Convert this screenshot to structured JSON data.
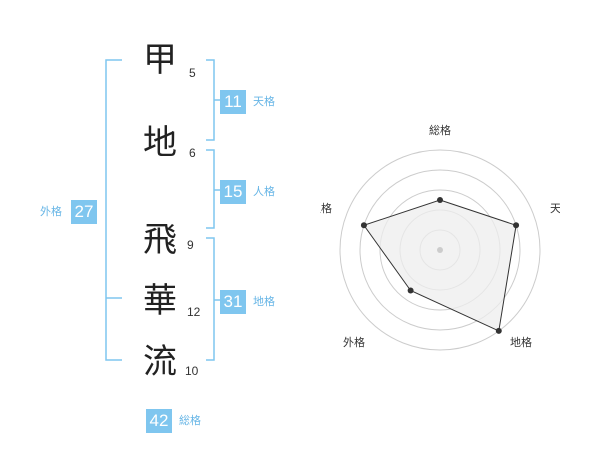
{
  "name_chars": [
    {
      "char": "甲",
      "strokes": "5"
    },
    {
      "char": "地",
      "strokes": "6"
    },
    {
      "char": "飛",
      "strokes": "9"
    },
    {
      "char": "華",
      "strokes": "12"
    },
    {
      "char": "流",
      "strokes": "10"
    }
  ],
  "fortunes": {
    "tenkaku": {
      "value": "11",
      "label": "天格"
    },
    "jinkaku": {
      "value": "15",
      "label": "人格"
    },
    "chikaku": {
      "value": "31",
      "label": "地格"
    },
    "gaikaku": {
      "value": "27",
      "label": "外格"
    },
    "soukaku": {
      "value": "42",
      "label": "総格"
    }
  },
  "radar": {
    "labels": {
      "soukaku": "総格",
      "tenkaku": "天格",
      "chikaku": "地格",
      "gaikaku": "外格",
      "jinkaku": "人格"
    },
    "max_level": 5,
    "levels": {
      "soukaku": 2.5,
      "tenkaku": 4,
      "chikaku": 5,
      "gaikaku": 2.5,
      "jinkaku": 4
    }
  },
  "colors": {
    "accent": "#7fc6ef",
    "accent_text": "#66b5e6",
    "bracket": "#7fc6ef",
    "radar_fill": "#eeeeee",
    "radar_line": "#333333",
    "grid": "#cccccc"
  }
}
